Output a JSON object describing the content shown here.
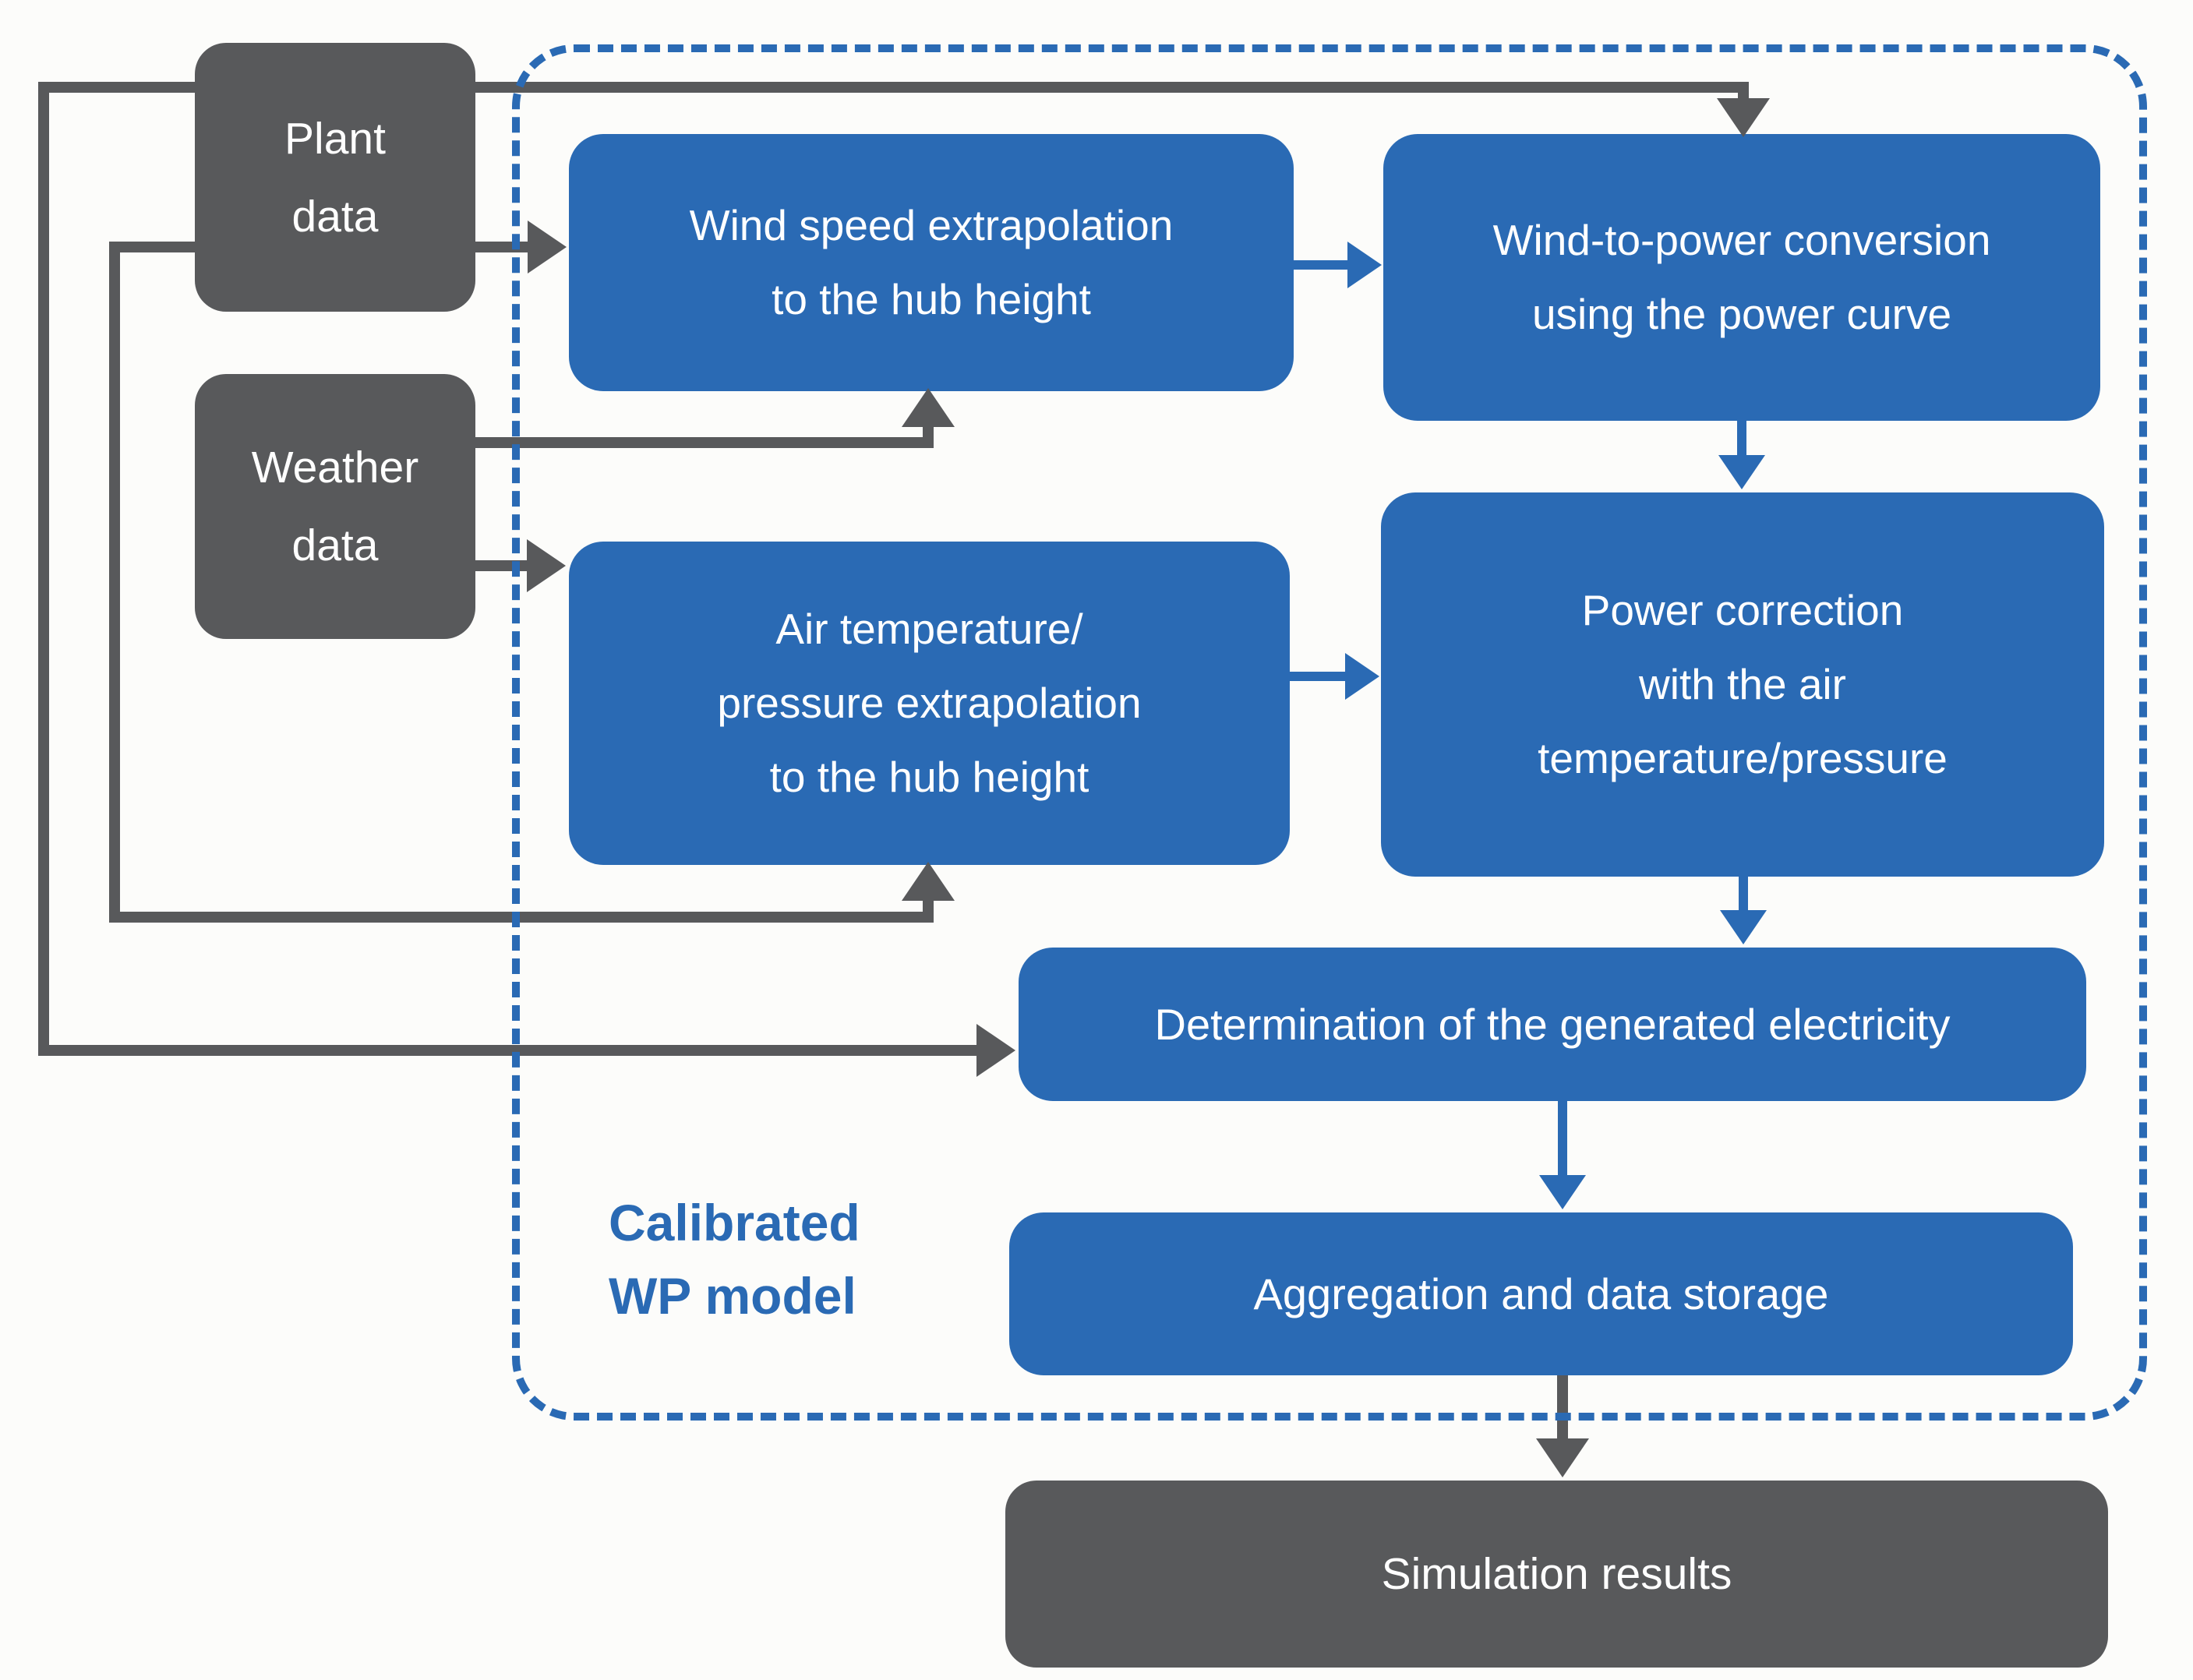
{
  "colors": {
    "accent_blue": "#2a6ab4",
    "dark_gray": "#58595b",
    "background": "#fcfcfa",
    "text_on_fill": "#ffffff"
  },
  "nodes": {
    "plant_data": {
      "type": "input",
      "lines": [
        "Plant",
        "data"
      ]
    },
    "weather_data": {
      "type": "input",
      "lines": [
        "Weather",
        "data"
      ]
    },
    "wind_speed": {
      "type": "process",
      "lines": [
        "Wind speed extrapolation",
        "to the hub height"
      ]
    },
    "wind_to_power": {
      "type": "process",
      "lines": [
        "Wind-to-power conversion",
        "using the power curve"
      ]
    },
    "air_temp": {
      "type": "process",
      "lines": [
        "Air temperature/",
        "pressure extrapolation",
        "to the hub height"
      ]
    },
    "power_correction": {
      "type": "process",
      "lines": [
        "Power correction",
        "with the air",
        "temperature/pressure"
      ]
    },
    "determination": {
      "type": "process",
      "lines": [
        "Determination of the generated electricity"
      ]
    },
    "aggregation": {
      "type": "process",
      "lines": [
        "Aggregation and data storage"
      ]
    },
    "simulation": {
      "type": "output",
      "lines": [
        "Simulation results"
      ]
    }
  },
  "container_label": {
    "lines": [
      "Calibrated",
      "WP model"
    ]
  },
  "edges": [
    {
      "from": "plant_data",
      "to": "wind_to_power",
      "color": "gray"
    },
    {
      "from": "plant_data",
      "to": "wind_speed",
      "color": "gray"
    },
    {
      "from": "plant_data",
      "to": "air_temp",
      "color": "gray"
    },
    {
      "from": "plant_data",
      "to": "determination",
      "color": "gray"
    },
    {
      "from": "weather_data",
      "to": "wind_speed",
      "color": "gray"
    },
    {
      "from": "weather_data",
      "to": "air_temp",
      "color": "gray"
    },
    {
      "from": "wind_speed",
      "to": "wind_to_power",
      "color": "blue"
    },
    {
      "from": "wind_to_power",
      "to": "power_correction",
      "color": "blue"
    },
    {
      "from": "air_temp",
      "to": "power_correction",
      "color": "blue"
    },
    {
      "from": "power_correction",
      "to": "determination",
      "color": "blue"
    },
    {
      "from": "determination",
      "to": "aggregation",
      "color": "blue"
    },
    {
      "from": "aggregation",
      "to": "simulation",
      "color": "gray"
    }
  ]
}
